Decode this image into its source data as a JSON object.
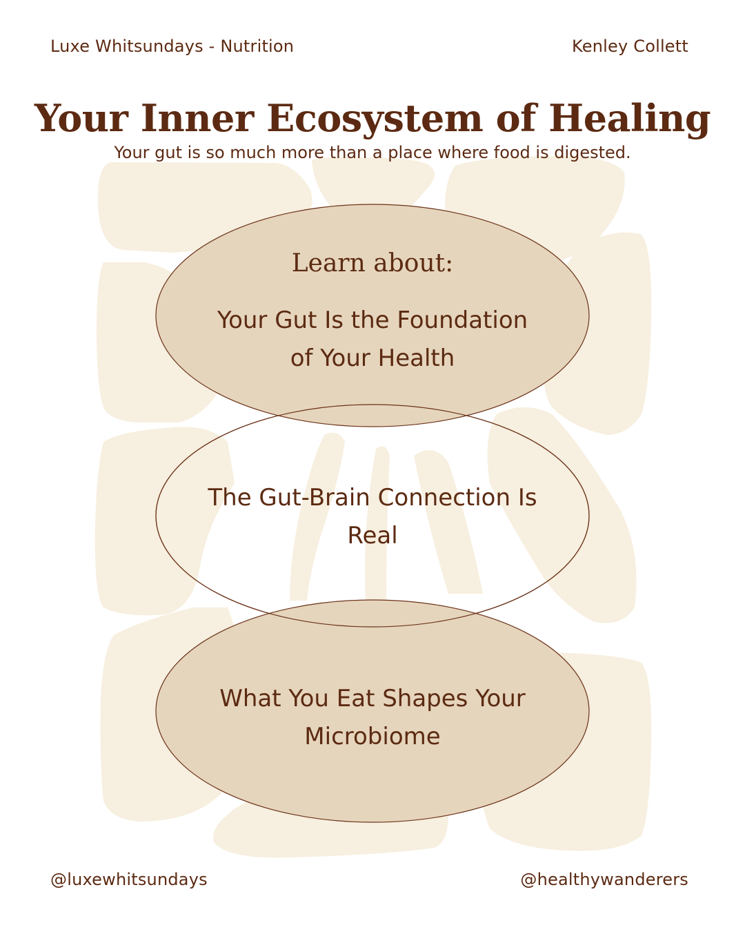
{
  "header": {
    "brand": "Luxe Whitsundays - Nutrition",
    "author": "Kenley Collett"
  },
  "hero": {
    "title": "Your Inner Ecosystem of Healing",
    "subtitle": "Your gut is so much more than a place where food is digested."
  },
  "topics": {
    "intro": "Learn about:",
    "items": [
      {
        "line1": "Your Gut Is the Foundation",
        "line2": "of Your Health",
        "filled": true
      },
      {
        "line1": "The Gut-Brain Connection Is",
        "line2": "Real",
        "filled": false
      },
      {
        "line1": "What You Eat Shapes Your",
        "line2": "Microbiome",
        "filled": true
      }
    ]
  },
  "footer": {
    "left_handle": "@luxewhitsundays",
    "right_handle": "@healthywanderers"
  },
  "colors": {
    "text": "#5c2a12",
    "oval_fill": "#e5d5bc",
    "background_shapes": "#f7efdf",
    "page": "#ffffff"
  }
}
